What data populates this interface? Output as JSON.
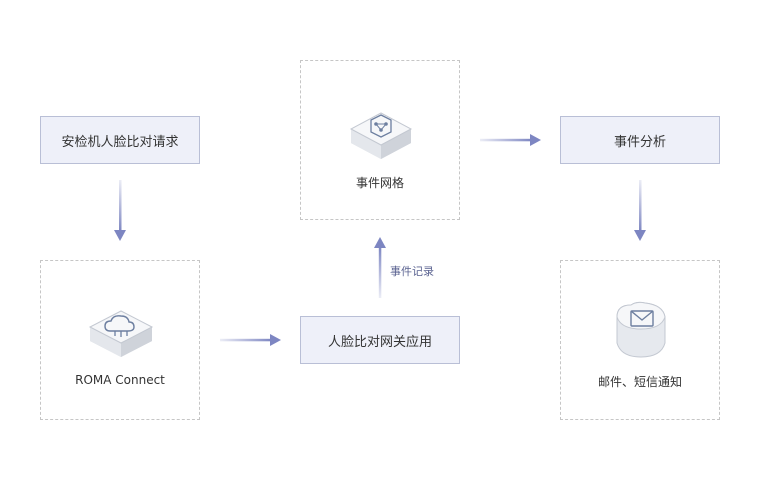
{
  "nodes": {
    "request": {
      "label": "安检机人脸比对请求"
    },
    "roma": {
      "label": "ROMA Connect",
      "icon": "cloud-device-icon"
    },
    "gateway": {
      "label": "人脸比对网关应用"
    },
    "mesh": {
      "label": "事件网格",
      "icon": "event-mesh-device-icon"
    },
    "analysis": {
      "label": "事件分析"
    },
    "notify": {
      "label": "邮件、短信通知",
      "icon": "mail-cloud-device-icon"
    }
  },
  "edges": {
    "gateway_to_mesh": {
      "label": "事件记录"
    }
  },
  "colors": {
    "arrow": "#7d86c2",
    "node_fill": "#eef0f9",
    "node_border": "#b9bfd6",
    "dashed_border": "#c6c6c6"
  }
}
